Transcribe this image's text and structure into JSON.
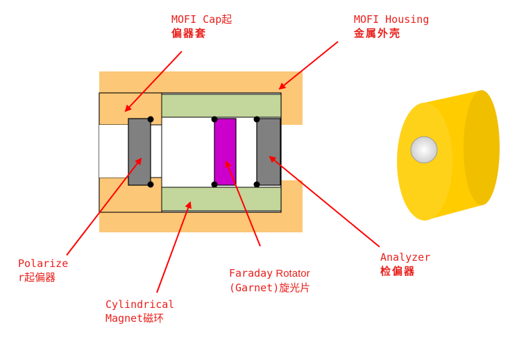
{
  "labels": {
    "mofi_cap": {
      "line1": "MOFI Cap起",
      "line2": "偏器套"
    },
    "mofi_housing": {
      "line1": "MOFI Housing",
      "line2": "金属外壳"
    },
    "polarizer": {
      "line1": "Polarize",
      "line2": "r起偏器"
    },
    "cylindrical_magnet": {
      "line1": "Cylindrical",
      "line2": "Magnet磁环"
    },
    "faraday_rotator": {
      "line1a": "Faraday",
      "line1b": " Rotator",
      "line2": "(Garnet)旋光片"
    },
    "analyzer": {
      "line1": "Analyzer",
      "line2": "检偏器"
    }
  },
  "colors": {
    "housing": "#fcc777",
    "magnet": "#c3d69b",
    "polarizer": "#808080",
    "rotator": "#cc00cc",
    "arrow": "#ff0000",
    "label": "#e8201c",
    "cylinder_side": "#ffcc00",
    "cylinder_end": "#f0f0f0"
  }
}
